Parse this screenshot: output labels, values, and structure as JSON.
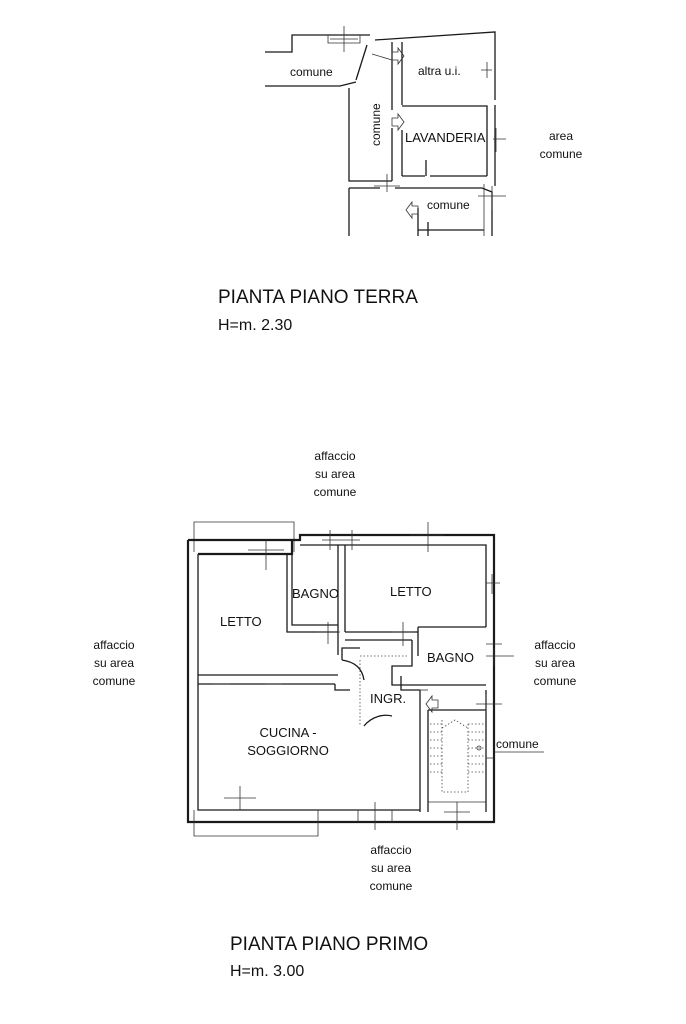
{
  "ground_floor": {
    "title": "PIANTA PIANO TERRA",
    "height": "H=m. 2.30",
    "labels": {
      "comune_west": "comune",
      "comune_corridor": "comune",
      "altra_ui": "altra u.i.",
      "lavanderia": "LAVANDERIA",
      "area_comune_1": "area",
      "area_comune_2": "comune",
      "comune_south": "comune"
    }
  },
  "first_floor": {
    "title": "PIANTA PIANO PRIMO",
    "height": "H=m. 3.00",
    "rooms": {
      "letto_left": "LETTO",
      "bagno_top": "BAGNO",
      "letto_right": "LETTO",
      "bagno_right": "BAGNO",
      "ingresso": "INGR.",
      "cucina_1": "CUCINA -",
      "cucina_2": "SOGGIORNO",
      "comune_stairs": "comune"
    },
    "affacci": {
      "top": [
        "affaccio",
        "su area",
        "comune"
      ],
      "left": [
        "affaccio",
        "su area",
        "comune"
      ],
      "right": [
        "affaccio",
        "su area",
        "comune"
      ],
      "bottom": [
        "affaccio",
        "su area",
        "comune"
      ]
    }
  }
}
